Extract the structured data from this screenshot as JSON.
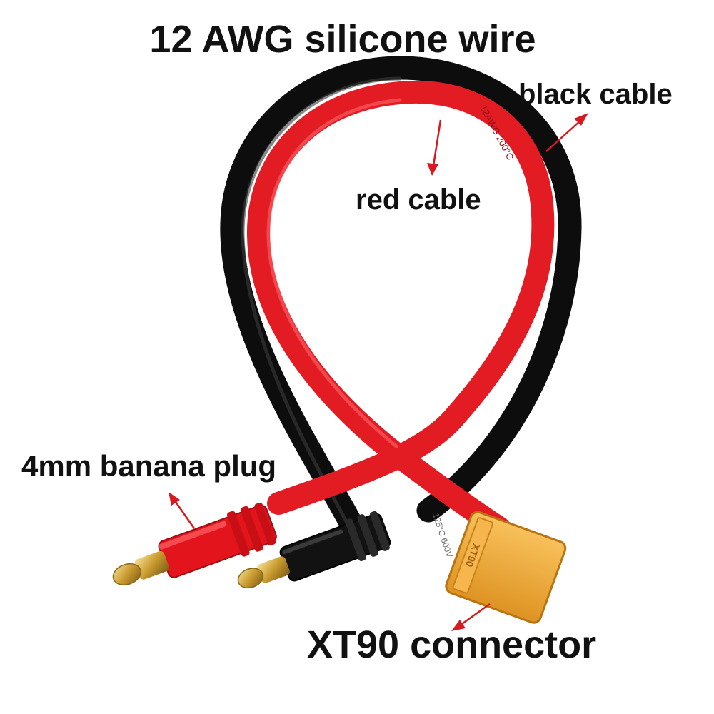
{
  "title": "12 AWG silicone wire",
  "labels": {
    "black_cable": "black cable",
    "red_cable": "red cable",
    "banana_plug": "4mm banana plug",
    "xt90": "XT90 connector"
  },
  "wire_print": {
    "red_text": "12AWG 200°C",
    "black_text": "125°C 600V",
    "connector_text": "XT90"
  },
  "colors": {
    "background": "#ffffff",
    "text": "#111111",
    "arrow": "#d71920",
    "red_wire": "#e31b23",
    "black_wire": "#111111",
    "connector": "#f2ad3a",
    "gold": "#d8b24a"
  }
}
